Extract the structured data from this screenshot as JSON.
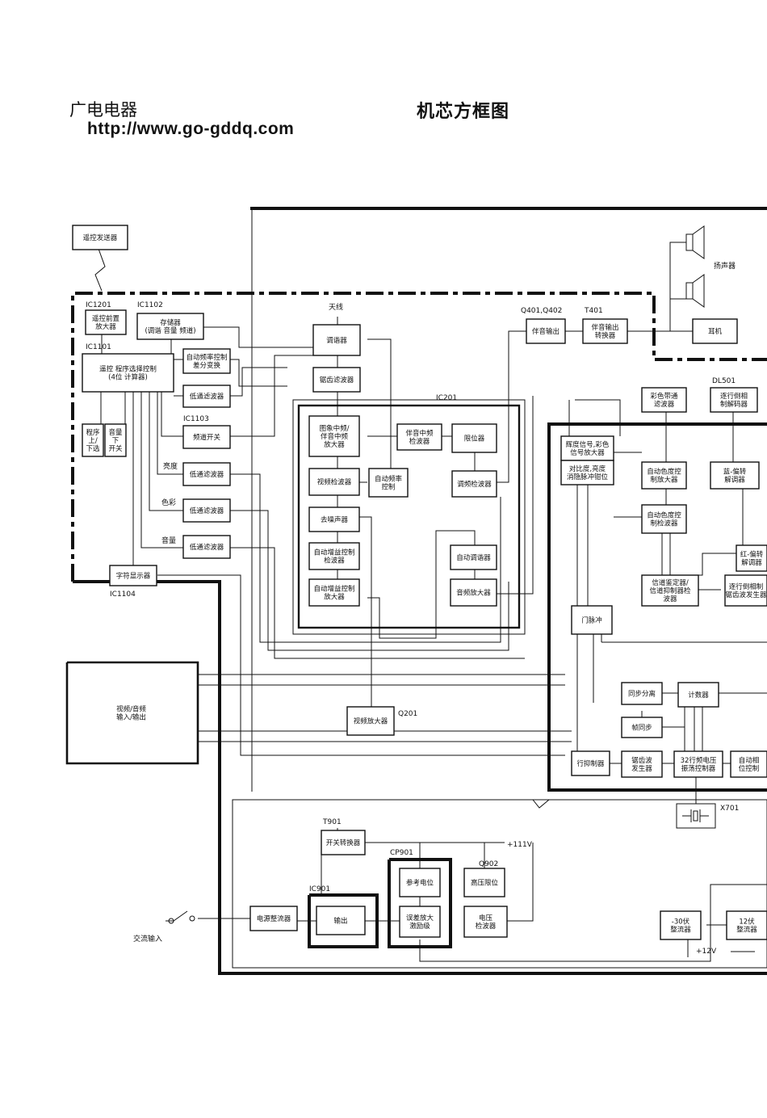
{
  "header": {
    "brand": "广电电器",
    "url": "http://www.go-gddq.com",
    "title": "机芯方框图"
  },
  "blocks": {
    "remote_tx": "遥控发送器",
    "remote_preamp": [
      "遥控前置",
      "放大器"
    ],
    "memory": [
      "存储器",
      "(调谐 音量 频道)"
    ],
    "afc_diff": [
      "自动频率控制",
      "差分变换"
    ],
    "mcu": [
      "遥控 程序选择控制",
      "(4位 计算器)"
    ],
    "lpf1": "低通滤波器",
    "prog_keys": [
      "程序",
      "上/",
      "下选"
    ],
    "vol_keys": [
      "音量",
      "下",
      "开关"
    ],
    "band_switch": "频道开关",
    "lpf_brightness": "低通滤波器",
    "lpf_color": "低通滤波器",
    "lpf_volume": "低通滤波器",
    "char_display": "字符显示器",
    "tuner": "调谐器",
    "saw_filter": "锯齿滤波器",
    "if_amp": [
      "图象中频/",
      "伴音中频",
      "放大器"
    ],
    "sound_if_det": [
      "伴音中频",
      "检波器"
    ],
    "limiter": "限位器",
    "video_det": "视频检波器",
    "afc_ctrl": [
      "自动频率",
      "控制"
    ],
    "fm_det": "调频检波器",
    "noise_cancel": "去噪声器",
    "agc_det": [
      "自动增益控制",
      "检波器"
    ],
    "auto_tune": "自动调谐器",
    "agc_amp": [
      "自动增益控制",
      "放大器"
    ],
    "audio_amp": "音频放大器",
    "sound_out": "伴音输出",
    "sound_out_tx": [
      "伴音输出",
      "转换器"
    ],
    "earphone": "耳机",
    "speaker": "扬声器",
    "color_bpf": [
      "彩色带通",
      "滤波器"
    ],
    "line_dec": [
      "逐行倒相",
      "制解码器"
    ],
    "luma_amp": [
      "辉度信号,彩色",
      "信号放大器"
    ],
    "contrast": [
      "对比度,亮度",
      "消隐脉冲钳位"
    ],
    "acc_amp": [
      "自动色度控",
      "制放大器"
    ],
    "bdemod": [
      "蓝-偏转",
      "解调器"
    ],
    "acc_det": [
      "自动色度控",
      "制检波器"
    ],
    "rdemod": [
      "红-偏转",
      "解调器"
    ],
    "killer_det": [
      "信道鉴定器/",
      "信道抑制器检",
      "波器"
    ],
    "pal_osc": [
      "逐行倒相制",
      "锯齿波发生器"
    ],
    "gate_pulse": "门脉冲",
    "sync_sep": "同步分离",
    "counter": "计数器",
    "vsync": "帧同步",
    "h_ctrl": "行抑制器",
    "saw_gen": [
      "锯齿波",
      "发生器"
    ],
    "vco": [
      "32行频电压",
      "振荡控制器"
    ],
    "aphase": [
      "自动相",
      "位控制"
    ],
    "av_io": [
      "视频/音频",
      "输入/输出"
    ],
    "video_amp": "视频放大器",
    "sw_trans": "开关转换器",
    "ref_volt": "参考电位",
    "hv_limit": "高压限位",
    "rectifier": "电源整流器",
    "output": "输出",
    "err_amp": [
      "误差放大",
      "激励级"
    ],
    "volt_det": [
      "电压",
      "检波器"
    ],
    "rect_m30": [
      "-30伏",
      "整流器"
    ],
    "rect_12": [
      "12伏",
      "整流器"
    ]
  },
  "labels": {
    "ic1201": "IC1201",
    "ic1102": "IC1102",
    "ic1101": "IC1101",
    "ic1103": "IC1103",
    "ic1104": "IC1104",
    "brightness": "亮度",
    "color": "色彩",
    "volume": "音量",
    "antenna": "天线",
    "ic201": "IC201",
    "q401": "Q401,Q402",
    "t401": "T401",
    "dl501": "DL501",
    "q201": "Q201",
    "x701": "X701",
    "t901": "T901",
    "plus111": "+111V",
    "cp901": "CP901",
    "q902": "Q902",
    "ic901": "IC901",
    "ac_input": "交流输入",
    "plus12": "+12V"
  }
}
